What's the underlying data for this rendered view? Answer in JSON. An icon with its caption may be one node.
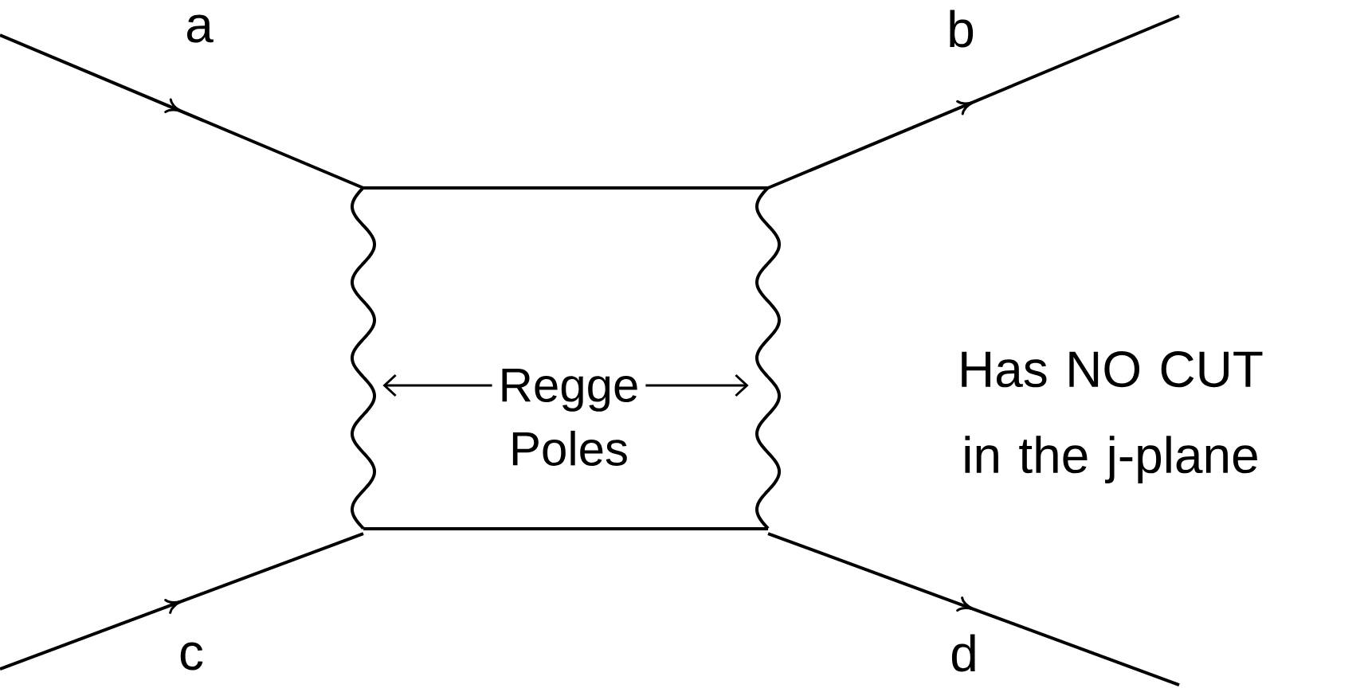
{
  "diagram": {
    "nodes": [
      {
        "text": [
          "Regge Poles"
        ]
      },
      {
        "text": [],
        "shape": "wave"
      },
      {
        "text": [],
        "shape": "wave"
      }
    ],
    "edges": [
      {
        "from": 0,
        "to": 1,
        "arrow": "to"
      },
      {
        "from": 0,
        "to": 2,
        "arrow": "to"
      }
    ],
    "labels": [
      "a",
      "b",
      "Has NO CUT in the j-plane",
      "c",
      "d"
    ]
  }
}
